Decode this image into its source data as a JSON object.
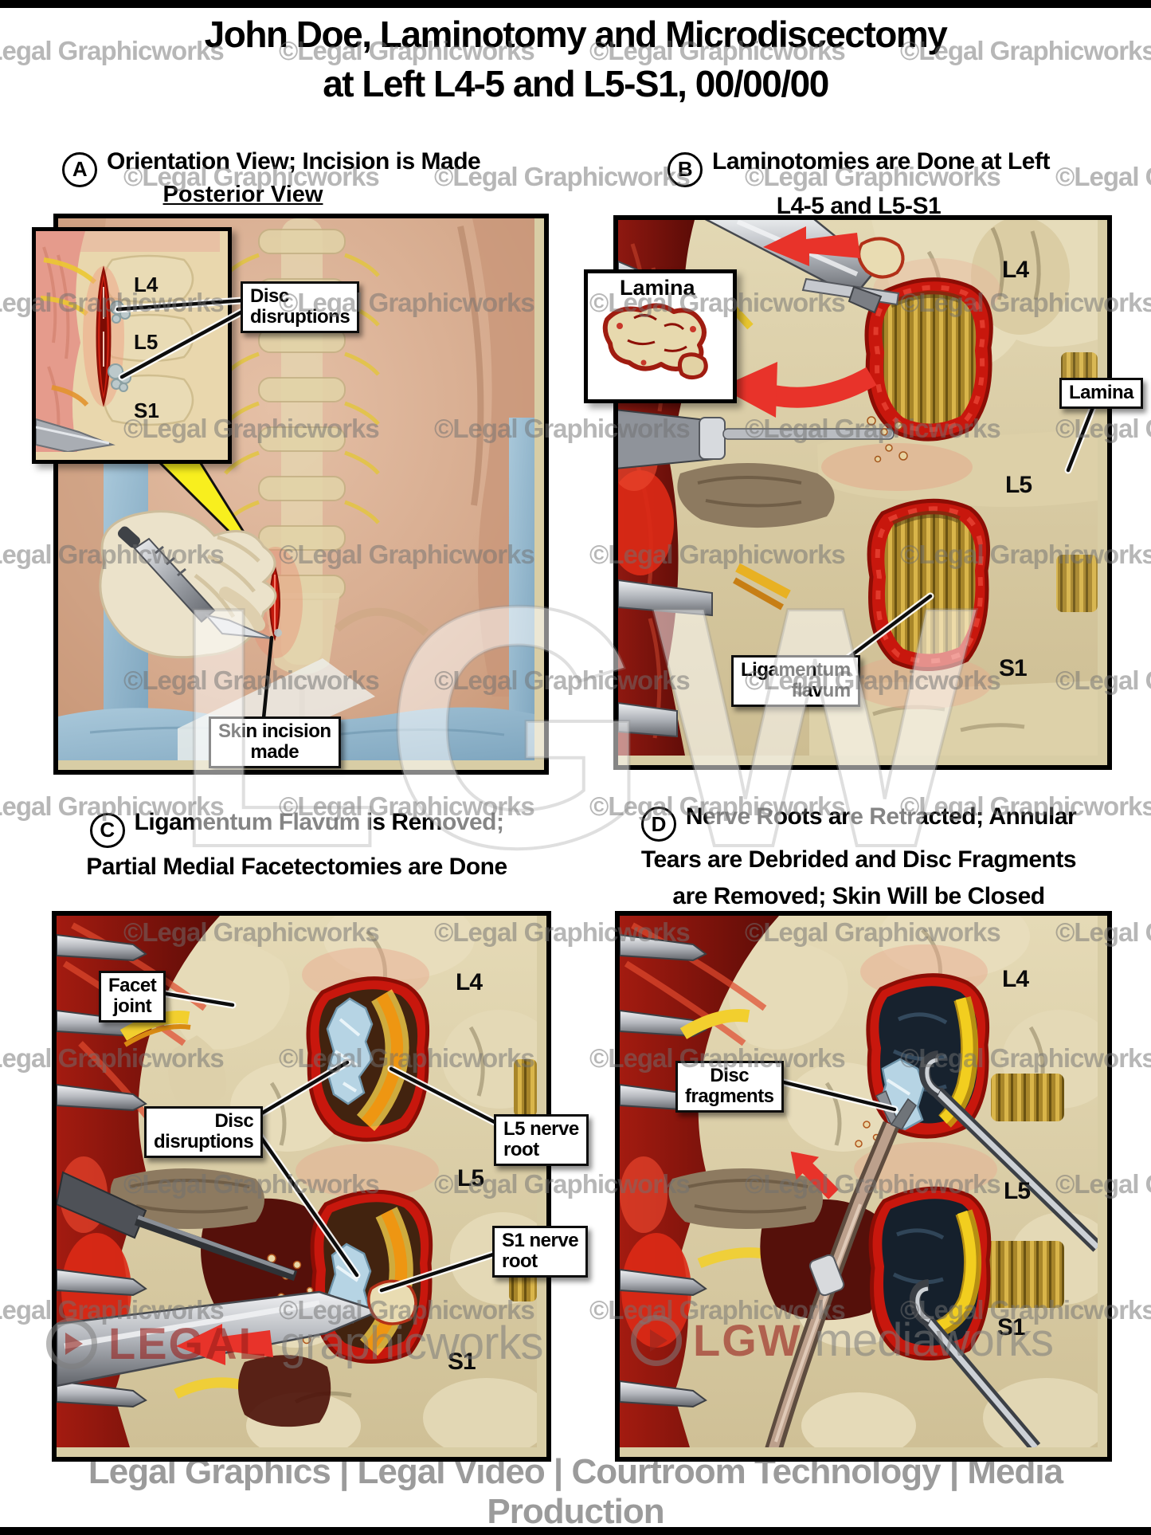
{
  "page": {
    "title_line1": "John Doe, Laminotomy and Microdiscectomy",
    "title_line2": "at Left L4-5 and L5-S1, 00/00/00",
    "footer": "Legal Graphics | Legal Video | Courtroom Technology | Media Production"
  },
  "watermarks": {
    "tile_text": "©Legal Graphicworks",
    "center_text": "LGW",
    "left_brand": {
      "word1": "LEGAL",
      "word2": "graphicworks"
    },
    "right_brand": {
      "word1": "LGW",
      "word2": "mediaworks"
    }
  },
  "panel_a": {
    "letter": "A",
    "heading": "Orientation View; Incision is Made",
    "view_label": "Posterior View",
    "inset_labels": {
      "l4": "L4",
      "l5": "L5",
      "s1": "S1"
    },
    "callouts": {
      "disc_disruptions": {
        "line1": "Disc",
        "line2": "disruptions"
      },
      "skin_incision": {
        "line1": "Skin incision",
        "line2": "made"
      }
    }
  },
  "panel_b": {
    "letter": "B",
    "heading_line1": "Laminotomies are Done at Left",
    "heading_line2": "L4-5 and L5-S1",
    "inset_title": "Lamina",
    "labels": {
      "l4": "L4",
      "l5": "L5",
      "s1": "S1"
    },
    "callouts": {
      "lamina": {
        "line1": "Lamina"
      },
      "ligamentum_flavum": {
        "line1": "Ligamentum",
        "line2": "flavum"
      }
    }
  },
  "panel_c": {
    "letter": "C",
    "heading_line1": "Ligamentum Flavum is Removed;",
    "heading_line2": "Partial Medial Facetectomies are Done",
    "labels": {
      "l4": "L4",
      "l5": "L5",
      "s1": "S1"
    },
    "callouts": {
      "facet_joint": {
        "line1": "Facet",
        "line2": "joint"
      },
      "disc_disruptions": {
        "line1": "Disc",
        "line2": "disruptions"
      },
      "l5_nerve_root": {
        "line1": "L5 nerve",
        "line2": "root"
      },
      "s1_nerve_root": {
        "line1": "S1 nerve",
        "line2": "root"
      }
    }
  },
  "panel_d": {
    "letter": "D",
    "heading_line1": "Nerve Roots are Retracted; Annular",
    "heading_line2": "Tears are Debrided and Disc Fragments",
    "heading_line3": "are Removed; Skin Will be Closed",
    "labels": {
      "l4": "L4",
      "l5": "L5",
      "s1": "S1"
    },
    "callouts": {
      "disc_fragments": {
        "line1": "Disc",
        "line2": "fragments"
      }
    }
  },
  "colors": {
    "skin": "#d5a486",
    "drape_blue": "#8fb3c6",
    "bone": "#ddd2ab",
    "blood_red": "#c8170d",
    "ligament_gold": "#c9a33a",
    "nerve_orange": "#ee9612",
    "nerve_yellow": "#ffd94e",
    "disc_blue": "#b6d4e4",
    "arrow_red": "#e8332a",
    "muscle_red": "#a31b10",
    "steel_gray": "#b9bcc1",
    "watermark_gray": "#777777",
    "brand_red": "#9c1e1a"
  }
}
